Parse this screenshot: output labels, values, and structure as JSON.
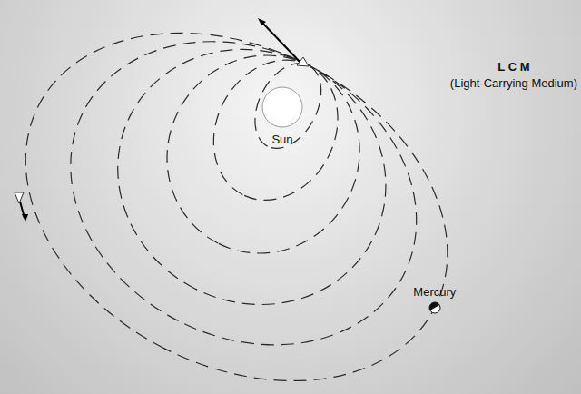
{
  "diagram": {
    "nodes": [
      {
        "text": [
          "Sun"
        ]
      },
      {
        "text": [
          "Mercury"
        ]
      }
    ],
    "labels": [
      "L C M",
      "(Light-Carrying Medium)"
    ]
  }
}
